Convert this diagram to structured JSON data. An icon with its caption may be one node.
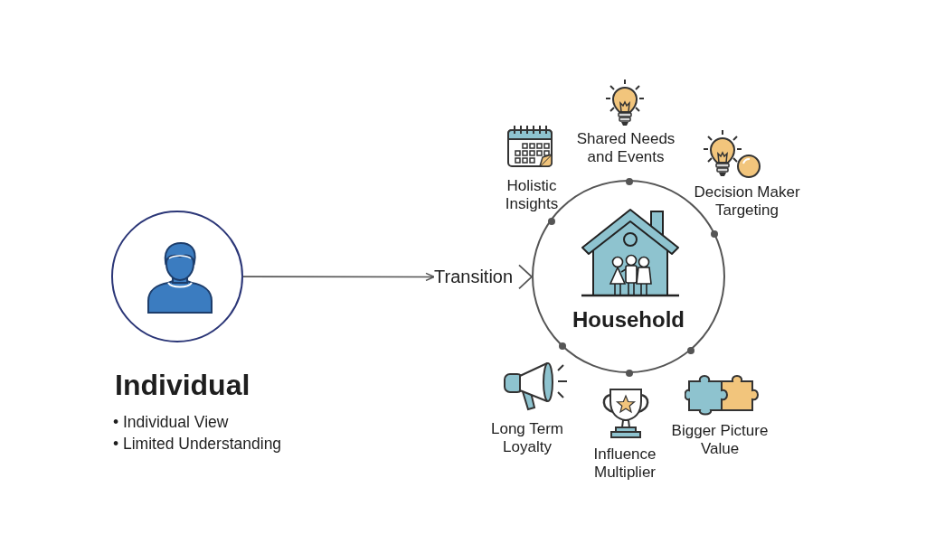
{
  "diagram": {
    "nodes": [
      {
        "text": [
          "Individual",
          "• Individual View",
          "• Limited Understanding"
        ]
      },
      {
        "text": [
          "Transition"
        ]
      },
      {
        "text": [
          "Household"
        ]
      }
    ],
    "edges": [
      {
        "from": 0,
        "to": 1,
        "arrow": "to"
      },
      {
        "from": 1,
        "to": 2,
        "arrow": "to"
      }
    ],
    "labels": [
      "Holistic Insights",
      "Shared Needs and Events",
      "Decision Maker Targeting",
      "Long Term Loyalty",
      "Influence Multiplier",
      "Bigger Picture Value"
    ]
  }
}
